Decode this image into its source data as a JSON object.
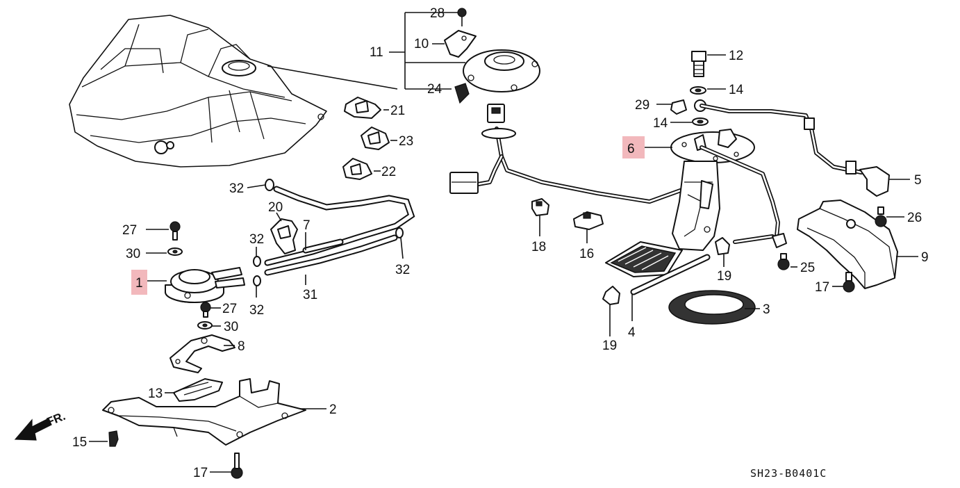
{
  "diagram": {
    "code": "SH23-B0401C",
    "direction": "FR.",
    "highlighted": [
      "1",
      "6"
    ],
    "callouts": {
      "c1": "1",
      "c2": "2",
      "c3": "3",
      "c4": "4",
      "c5": "5",
      "c6": "6",
      "c7": "7",
      "c8": "8",
      "c9": "9",
      "c10": "10",
      "c11": "11",
      "c12": "12",
      "c13": "13",
      "c14a": "14",
      "c14b": "14",
      "c15": "15",
      "c16": "16",
      "c17a": "17",
      "c17b": "17",
      "c18": "18",
      "c19a": "19",
      "c19b": "19",
      "c20": "20",
      "c21": "21",
      "c22": "22",
      "c23": "23",
      "c24": "24",
      "c25": "25",
      "c26": "26",
      "c27a": "27",
      "c27b": "27",
      "c28": "28",
      "c29": "29",
      "c30a": "30",
      "c30b": "30",
      "c31": "31",
      "c32a": "32",
      "c32b": "32",
      "c32c": "32",
      "c32d": "32"
    }
  }
}
